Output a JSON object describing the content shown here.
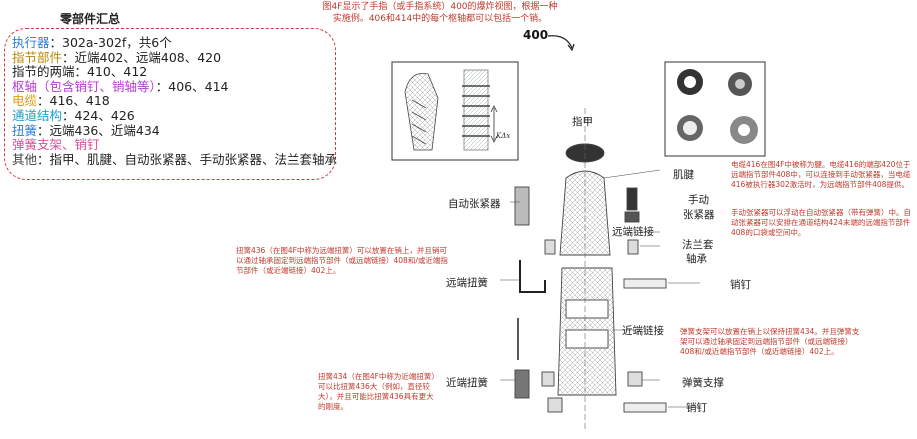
{
  "caption": "图4F显示了手指（或手指系统）400的爆炸视图，根据一种实施例。406和414中的每个枢轴都可以包括一个销。",
  "figure_ref": "400",
  "summary": {
    "title": "零部件汇总",
    "lines": [
      {
        "key": "执行器",
        "rest": "：302a-302f，共6个",
        "color": "#2a7de1"
      },
      {
        "key": "指节部件",
        "rest": "：近端402、远端408、420",
        "color": "#b8860b"
      },
      {
        "key": "指节的两端",
        "rest": "：410、412",
        "color": "#222222"
      },
      {
        "key": "枢轴（包含销钉、销轴等）",
        "rest": "：406、414",
        "color": "#b43cd6"
      },
      {
        "key": "电缆",
        "rest": "：416、418",
        "color": "#e0a000"
      },
      {
        "key": "通道结构",
        "rest": "：424、426",
        "color": "#22a0c8"
      },
      {
        "key": "扭簧",
        "rest": "：远端436、近端434",
        "color": "#2a7de1"
      },
      {
        "key": "弹簧支架、销钉",
        "rest": "",
        "color": "#d4509a"
      },
      {
        "key": "其他",
        "rest": "：指甲、肌腱、自动张紧器、手动张紧器、法兰套轴承",
        "color": "#444444"
      }
    ]
  },
  "labels": {
    "nail": "指甲",
    "tendon": "肌腱",
    "auto_tensioner": "自动张紧器",
    "manual_tensioner_1": "手动",
    "manual_tensioner_2": "张紧器",
    "distal_link": "远端链接",
    "flange_1": "法兰套",
    "flange_2": "轴承",
    "distal_spring": "远端扭簧",
    "pin_1": "销钉",
    "proximal_link": "近端链接",
    "proximal_spring": "近端扭簧",
    "spring_support": "弹簧支撑",
    "pin_2": "销钉",
    "delta": "KΔx"
  },
  "notes": {
    "cable": "电缆416在图4F中被称为腱。电缆416的端部420位于远端指节部件408中，可以连接到手动张紧器，当电缆416被执行器302激活时，为远端指节部件408提供。",
    "manual": "手动张紧器可以浮动在自动张紧器（带有弹簧）中。自动张紧器可以安排在通道结构424末端的远端指节部件408的口袋或空间中。",
    "spring436": "扭簧436（在图4F中称为远端扭簧）可以放置在销上，并且销可以通过轴承固定到远端指节部件（或远端链接）408和/或近端指节部件（或近端链接）402上。",
    "support": "弹簧支架可以放置在销上以保持扭簧434。并且弹簧支架可以通过轴承固定到远端指节部件（或远端链接）408和/或近端指节部件（或近端链接）402上。",
    "spring434": "扭簧434（在图4F中称为近端扭簧）可以比扭簧436大（例如，直径较大），并且可能比扭簧436具有更大的刚度。"
  }
}
